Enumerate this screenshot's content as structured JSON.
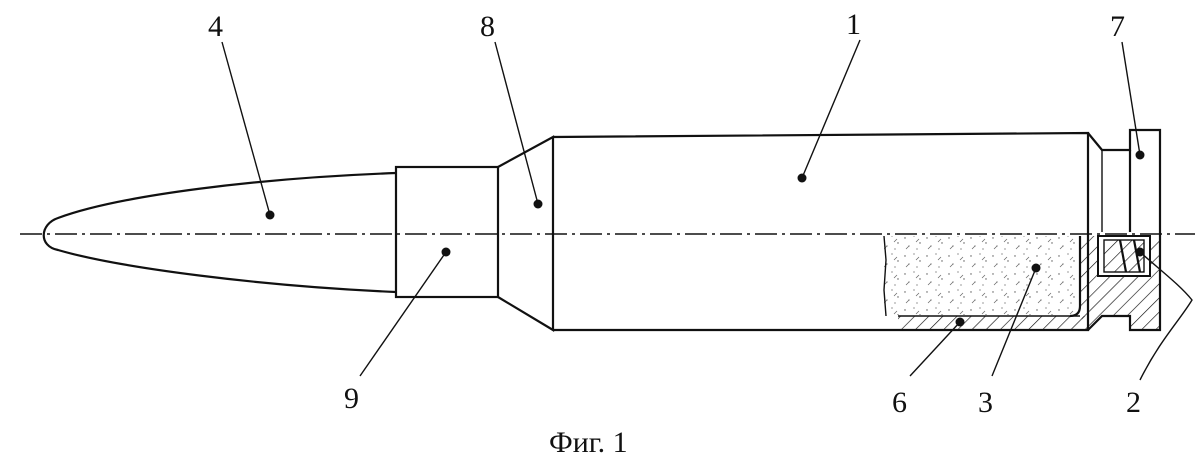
{
  "figure": {
    "caption": "Фиг. 1",
    "labels": {
      "l1": "1",
      "l2": "2",
      "l3": "3",
      "l4": "4",
      "l6": "6",
      "l7": "7",
      "l8": "8",
      "l9": "9"
    }
  }
}
